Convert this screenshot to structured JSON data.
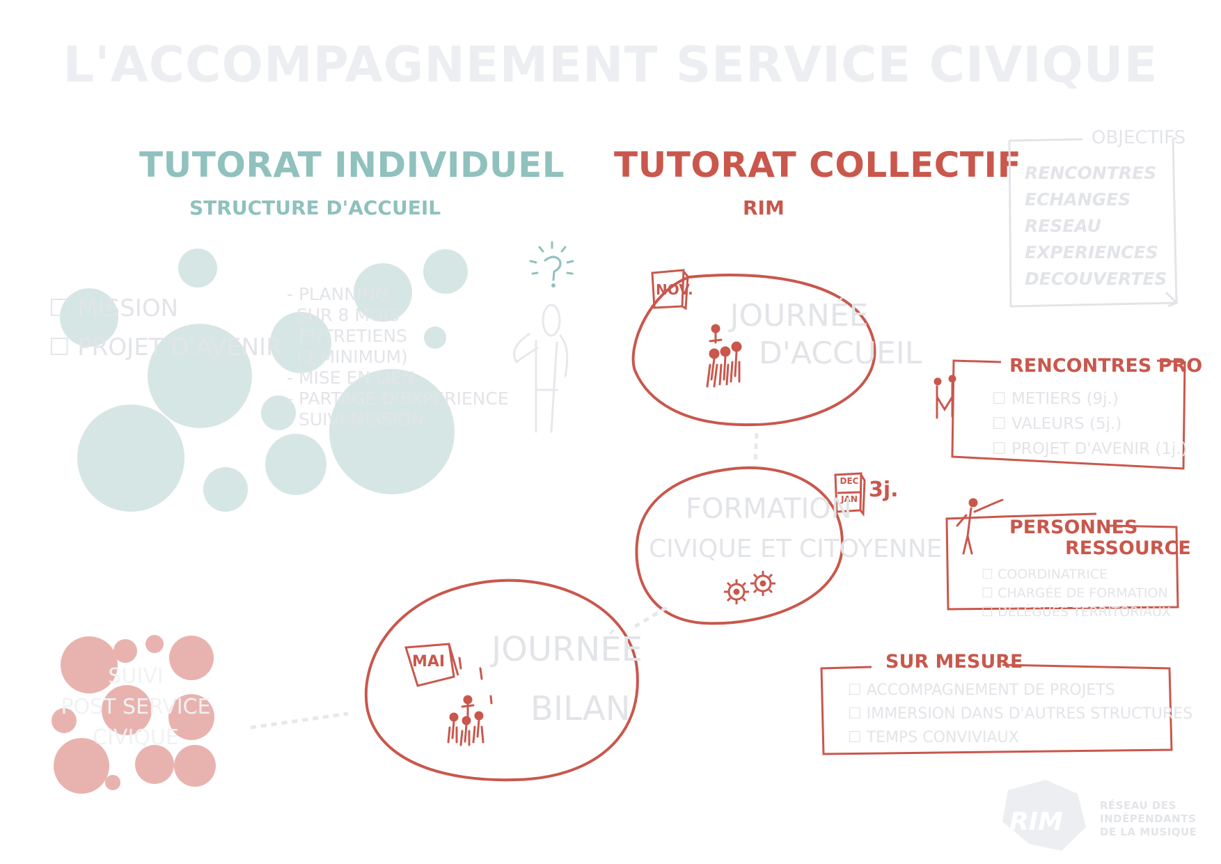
{
  "title": "L'ACCOMPAGNEMENT SERVICE CIVIQUE",
  "individuel": {
    "heading": "TUTORAT INDIVIDUEL",
    "subheading": "STRUCTURE D'ACCUEIL",
    "checklist": [
      "MISSION",
      "PROJET D'AVENIR"
    ],
    "tasks": [
      "- PLANNING",
      "SUR 8 MOIS",
      "- ENTRETIENS",
      "(3 MINIMUM)",
      "- MISE EN LIEN",
      "- PARTAGE D'EXPERIENCE",
      "- SUIVI MISSION"
    ]
  },
  "collectif": {
    "heading": "TUTORAT COLLECTIF",
    "subheading": "RIM"
  },
  "accueil": {
    "badge": "NOV.",
    "line1": "JOURNÉE",
    "line2": "D'ACCUEIL"
  },
  "formation": {
    "badge_top": "DEC",
    "badge_bottom": "JAN",
    "duration": "3j.",
    "line1": "FORMATION",
    "line2": "CIVIQUE ET CITOYENNE"
  },
  "bilan": {
    "badge": "MAI",
    "line1": "JOURNÉE",
    "line2": "BILAN"
  },
  "suivi": {
    "line1": "SUIVI",
    "line2": "POST SERVICE",
    "line3": "CIVIQUE"
  },
  "objectifs": {
    "heading": "OBJECTIFS",
    "items": [
      "RENCONTRES",
      "ECHANGES",
      "RESEAU",
      "EXPERIENCES",
      "DECOUVERTES"
    ]
  },
  "rencontres_pro": {
    "heading": "RENCONTRES PRO",
    "items": [
      "METIERS (9j.)",
      "VALEURS (5j.)",
      "PROJET D'AVENIR (1j.)"
    ]
  },
  "personnes": {
    "heading1": "PERSONNES",
    "heading2": "RESSOURCE",
    "items": [
      "COORDINATRICE",
      "CHARGÉE DE FORMATION",
      "DÉLÉGUÉS TERRITORIAUX"
    ]
  },
  "sur_mesure": {
    "heading": "SUR MESURE",
    "items": [
      "ACCOMPAGNEMENT DE PROJETS",
      "IMMERSION DANS D'AUTRES STRUCTURES",
      "TEMPS CONVIVIAUX"
    ]
  },
  "logo": {
    "mark": "RIM",
    "line1": "RÉSEAU DES",
    "line2": "INDÉPENDANTS",
    "line3": "DE LA MUSIQUE"
  },
  "colors": {
    "teal": "#8fc1bd",
    "teal_light": "#d5e6e4",
    "red": "#c9574c",
    "pink": "#e8b3ae",
    "pale": "#e2e4e8"
  },
  "icons": [
    "question-person-icon",
    "group-icon",
    "calendar-icon",
    "gears-icon",
    "handshake-icon",
    "pointing-person-icon",
    "hexagon-logo-icon"
  ]
}
